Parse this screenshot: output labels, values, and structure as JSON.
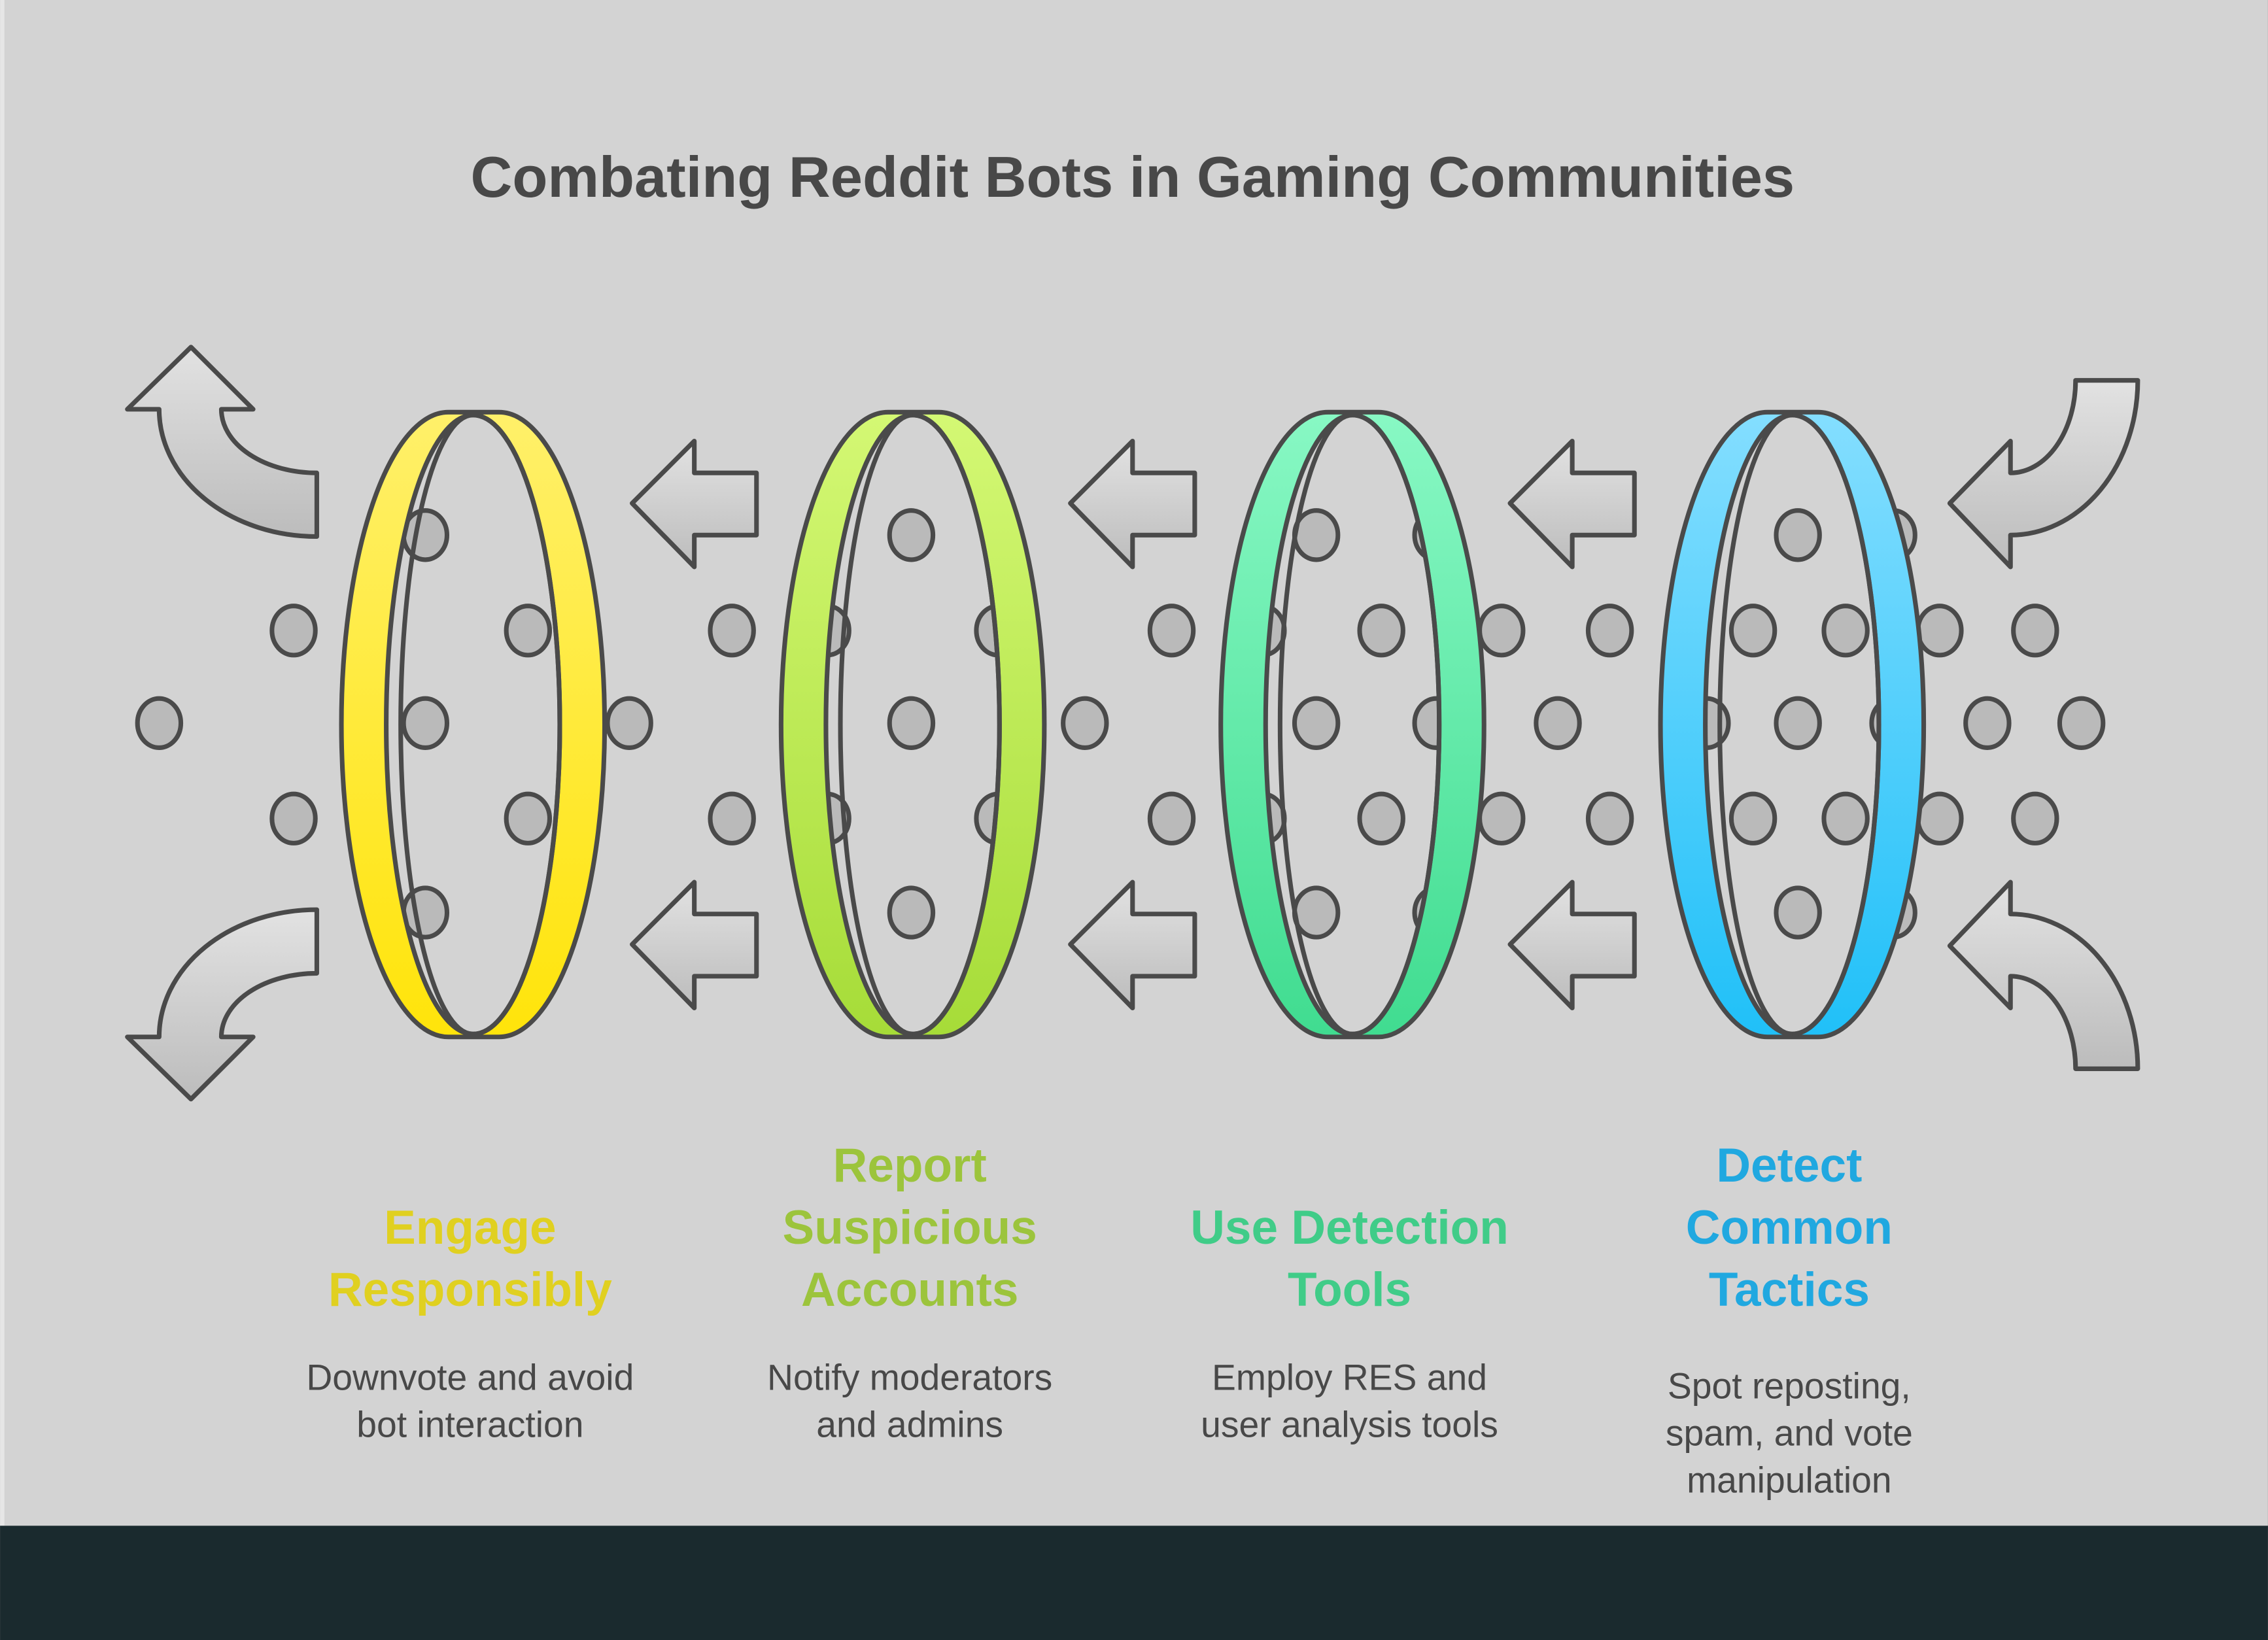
{
  "title": "Combating Reddit Bots in Gaming Communities",
  "colors": {
    "background": "#d3d3d3",
    "footer": "#1a2a2e",
    "outline": "#4a4a4a",
    "text": "#484848"
  },
  "stages": [
    {
      "label_lines": [
        "Engage",
        "Responsibly"
      ],
      "desc_lines": [
        "Downvote and avoid",
        "bot interaction"
      ],
      "color": "#e0d020",
      "ring_top": "#fff06a",
      "ring_bottom": "#ffe40a"
    },
    {
      "label_lines": [
        "Report",
        "Suspicious",
        "Accounts"
      ],
      "desc_lines": [
        "Notify moderators",
        "and admins"
      ],
      "color": "#9cc43c",
      "ring_top": "#d4f874",
      "ring_bottom": "#a6dc38"
    },
    {
      "label_lines": [
        "Use Detection",
        "Tools"
      ],
      "desc_lines": [
        "Employ RES and",
        "user analysis tools"
      ],
      "color": "#40cc88",
      "ring_top": "#88f8c4",
      "ring_bottom": "#40dc90"
    },
    {
      "label_lines": [
        "Detect",
        "Common",
        "Tactics"
      ],
      "desc_lines": [
        "Spot reposting,",
        "spam, and vote",
        "manipulation"
      ],
      "color": "#20a8e0",
      "ring_top": "#84deff",
      "ring_bottom": "#20c0f8"
    }
  ]
}
